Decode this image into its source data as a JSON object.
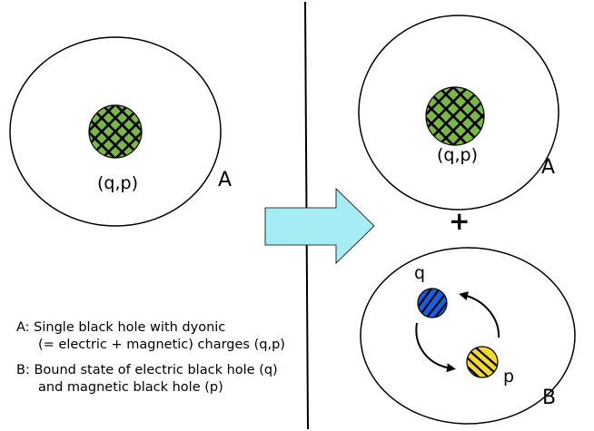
{
  "diagram": {
    "left_panel": {
      "charge_label": "(q,p)",
      "hole_label": "A"
    },
    "right_panel": {
      "top": {
        "charge_label": "(q,p)",
        "hole_label": "A"
      },
      "plus": "+",
      "bottom": {
        "electric_label": "q",
        "magnetic_label": "p",
        "hole_label": "B"
      }
    },
    "legend": {
      "a_line1": "A:  Single black hole with dyonic",
      "a_line2": "(= electric + magnetic) charges (q,p)",
      "b_line1": "B:  Bound state of electric black hole (q)",
      "b_line2": "and magnetic black hole (p)"
    },
    "colors": {
      "dyonic_fill": "#7ab648",
      "electric_fill": "#1a5fe0",
      "magnetic_fill": "#f2d832",
      "arrow_fill": "#a5ecf5"
    }
  }
}
